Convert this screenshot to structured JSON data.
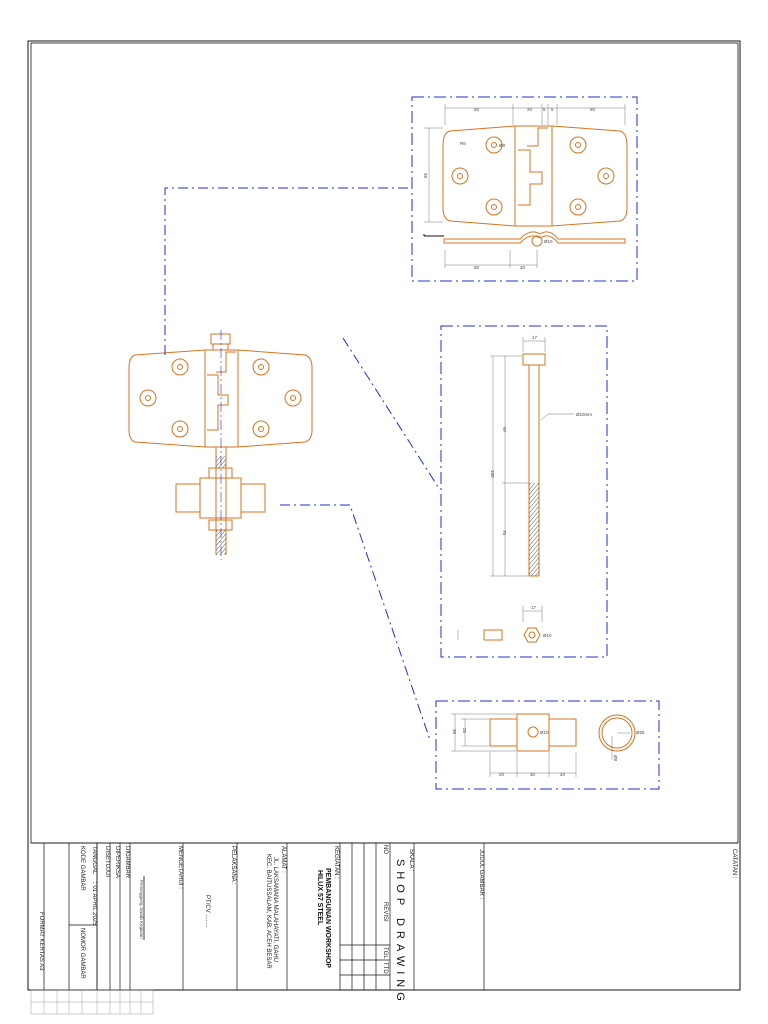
{
  "title_block": {
    "catatan": "CATATAN :",
    "judul_gambar": "JUDUL GAMBAR :",
    "skala": "SKALA :",
    "shop_drawing": "SHOP DRAWING",
    "revisi_headers": {
      "no": "NO",
      "revisi": "REVISI",
      "tgl": "TGL",
      "ttd": "TTD"
    },
    "kegiatan_label": "KEGIATAN :",
    "kegiatan_line1": "PEMBANGUNAN WORKSHOP",
    "kegiatan_line2": "HILUX 57 STEEL",
    "alamat_label": "ALAMAT :",
    "alamat_line1": "JL. LAKSAMANA MALAHAYATI, GAHU",
    "alamat_line2": "KEC. BAITUSSALAM, KAB. ACEH BESAR",
    "pelaksana_label": "PELAKSANA :",
    "pelaksana_value": "PT/CV ........",
    "mengetahui_label": "MENGETAHUI :",
    "digambar": "DIGAMBAR",
    "diperiksa": "DIPERIKSA",
    "disetujui": "DISETUJUI",
    "tanggal_label": "TANGGAL",
    "tanggal_value": ": 01 APRIL 2025",
    "kode_gambar_label": "KODE GAMBAR",
    "nomor_gambar": "NOMOR GAMBAR",
    "format_kertas": "FORMAT KERTAS A3",
    "signature_name": "Penanggung Jawab Kegiatan"
  },
  "dims": {
    "top_50a": "50",
    "top_20": "20",
    "top_5a": "5",
    "top_5b": "5",
    "top_50b": "50",
    "r6": "R6",
    "d8": "Ø8",
    "d10": "Ø10",
    "h65": "65",
    "bot_50": "50",
    "bot_20": "20",
    "pin_17": "17",
    "pin_d10mm": "Ø10mm",
    "pin_97": "97",
    "pin_180": "180",
    "pin_75": "75",
    "nut_17": "17",
    "nut_d10": "Ø10",
    "bush_25": "25",
    "bush_30": "30",
    "bush_d10": "Ø10",
    "bush_d25": "Ø25",
    "bush_d8": "Ø8",
    "bush_20a": "20",
    "bush_30b": "30",
    "bush_20b": "20"
  },
  "colors": {
    "part": "#d9731e",
    "center": "#1f2fd6",
    "frame": "#111111"
  }
}
